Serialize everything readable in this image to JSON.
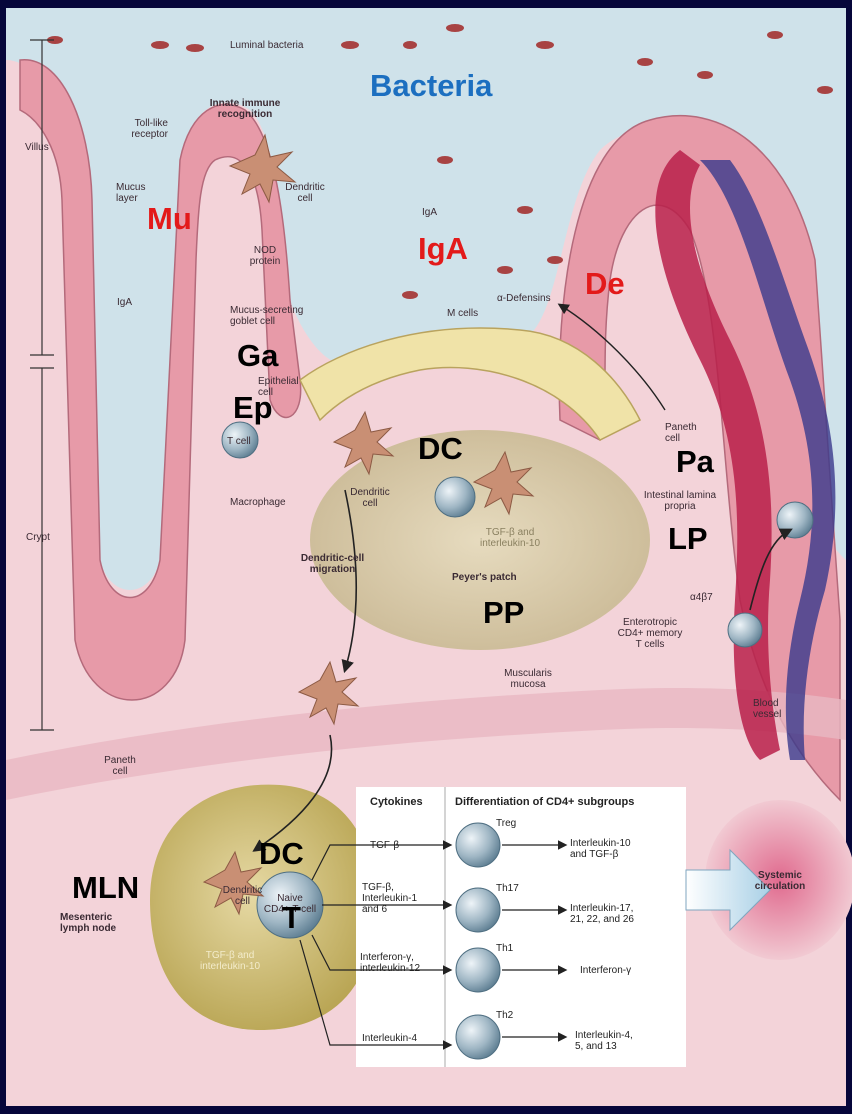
{
  "overlay_labels": {
    "bacteria": "Bacteria",
    "mu": "Mu",
    "iga": "IgA",
    "de": "De",
    "ga": "Ga",
    "ep": "Ep",
    "dc_top": "DC",
    "pa": "Pa",
    "lp": "LP",
    "pp": "PP",
    "dc_bottom": "DC",
    "mln": "MLN",
    "t": "T"
  },
  "illustration_labels": {
    "luminal_bacteria": "Luminal bacteria",
    "villus": "Villus",
    "crypt": "Crypt",
    "innate_immune_recognition": "Innate immune\nrecognition",
    "toll_like_receptor": "Toll-like\nreceptor",
    "mucus_layer": "Mucus\nlayer",
    "dendritic_cell_top": "Dendritic\ncell",
    "nod_protein": "NOD\nprotein",
    "iga_lumen": "IgA",
    "iga_crypt": "IgA",
    "alpha_defensins": "α-Defensins",
    "m_cells": "M cells",
    "mucus_secreting_goblet_cell": "Mucus-secreting\ngoblet cell",
    "epithelial_cell": "Epithelial\ncell",
    "t_cell": "T cell",
    "macrophage": "Macrophage",
    "dendritic_cell_mid": "Dendritic\ncell",
    "paneth_cell_right": "Paneth\ncell",
    "intestinal_lamina_propria": "Intestinal lamina\npropria",
    "tgf_il10_pp": "TGF-β and\ninterleukin-10",
    "peyers_patch": "Peyer's patch",
    "dendritic_cell_migration": "Dendritic-cell\nmigration",
    "integrin": "α4β7",
    "enterotropic_cd4": "Enterotropic\nCD4+ memory\nT cells",
    "muscularis_mucosa": "Muscularis\nmucosa",
    "blood_vessel": "Blood\nvessel",
    "paneth_cell_bottom": "Paneth\ncell",
    "mesenteric_lymph_node": "Mesenteric\nlymph node",
    "dendritic_cell_ln": "Dendritic\ncell",
    "naive_cd4": "Naive\nCD4+ T cell",
    "tgf_il10_ln": "TGF-β and\ninterleukin-10",
    "systemic_circulation": "Systemic\ncirculation"
  },
  "table": {
    "header_cytokines": "Cytokines",
    "header_differentiation": "Differentiation of CD4+ subgroups",
    "rows": [
      {
        "cytokine": "TGF-β",
        "subset": "Treg",
        "product": "Interleukin-10\nand TGF-β"
      },
      {
        "cytokine": "TGF-β,\nInterleukin-1\nand 6",
        "subset": "Th17",
        "product": "Interleukin-17,\n21, 22, and 26"
      },
      {
        "cytokine": "Interferon-γ,\ninterleukin-12",
        "subset": "Th1",
        "product": "Interferon-γ"
      },
      {
        "cytokine": "Interleukin-4",
        "subset": "Th2",
        "product": "Interleukin-4,\n5, and 13"
      }
    ]
  },
  "colors": {
    "frame": "#06063a",
    "lumen": "#cfe2ea",
    "tissue": "#f3d3d9",
    "epithelium": "#e79aa8",
    "peyers_patch": "#d6c9a4",
    "lymph_node": "#c9b466",
    "red_label": "#e31a1a",
    "blue_label": "#1c6fc0",
    "vessel_red": "#b8204a",
    "vessel_blue": "#3a3a8c"
  }
}
